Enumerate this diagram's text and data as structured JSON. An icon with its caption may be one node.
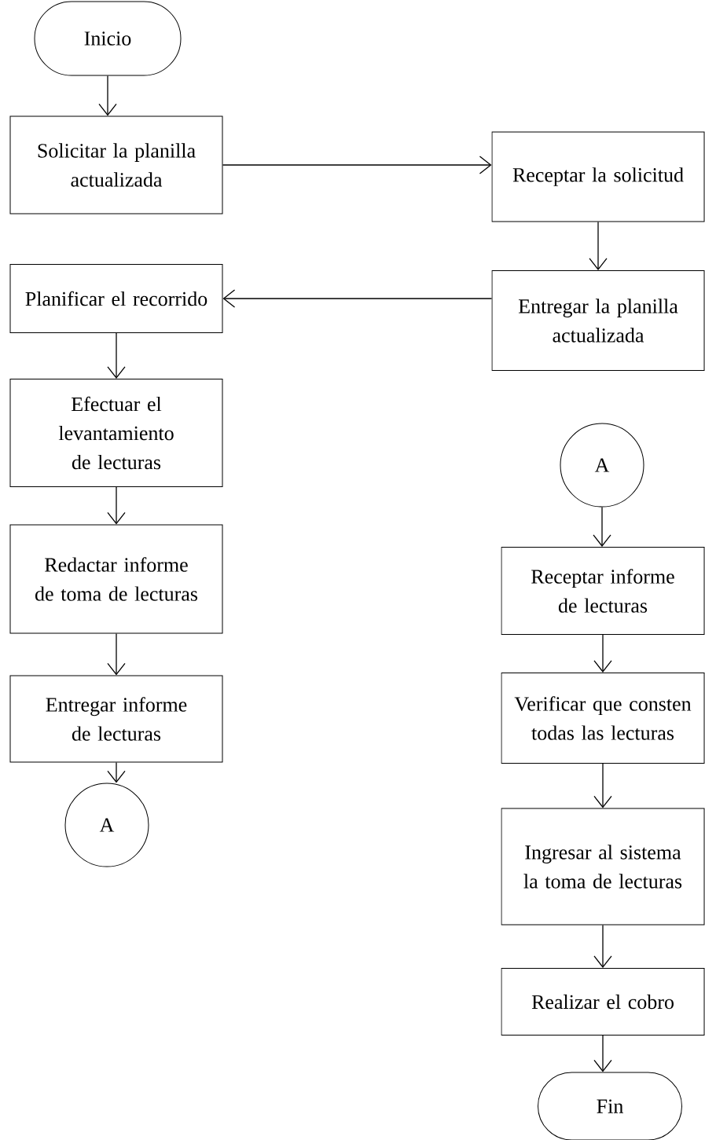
{
  "diagram": {
    "nodes": [
      {
        "text": [
          "Inicio"
        ]
      },
      {
        "text": [
          "Solicitar la planilla actualizada"
        ]
      },
      {
        "text": [
          "Receptar la solicitud"
        ]
      },
      {
        "text": [
          "Entregar la planilla actualizada"
        ]
      },
      {
        "text": [
          "Planificar el recorrido"
        ]
      },
      {
        "text": [
          "Efectuar el levantamiento de lecturas"
        ]
      },
      {
        "text": [
          "Redactar informe de toma de lecturas"
        ]
      },
      {
        "text": [
          "Entregar informe de lecturas"
        ]
      },
      {
        "text": [
          "A"
        ]
      },
      {
        "text": [
          "A"
        ]
      },
      {
        "text": [
          "Receptar informe de lecturas"
        ]
      },
      {
        "text": [
          "Verificar que consten todas las lecturas"
        ]
      },
      {
        "text": [
          "Ingresar al sistema la toma de lecturas"
        ]
      },
      {
        "text": [
          "Realizar el cobro"
        ]
      },
      {
        "text": [
          "Fin"
        ]
      }
    ],
    "edges": [
      {
        "from": 0,
        "to": 1,
        "arrow": "to"
      },
      {
        "from": 1,
        "to": 2,
        "arrow": "to"
      },
      {
        "from": 2,
        "to": 3,
        "arrow": "to"
      },
      {
        "from": 3,
        "to": 4,
        "arrow": "to"
      },
      {
        "from": 4,
        "to": 5,
        "arrow": "to"
      },
      {
        "from": 5,
        "to": 6,
        "arrow": "to"
      },
      {
        "from": 6,
        "to": 7,
        "arrow": "to"
      },
      {
        "from": 7,
        "to": 8,
        "arrow": "to"
      },
      {
        "from": 9,
        "to": 10,
        "arrow": "to"
      },
      {
        "from": 10,
        "to": 11,
        "arrow": "to"
      },
      {
        "from": 11,
        "to": 12,
        "arrow": "to"
      },
      {
        "from": 12,
        "to": 13,
        "arrow": "to"
      },
      {
        "from": 13,
        "to": 14,
        "arrow": "to"
      }
    ]
  }
}
